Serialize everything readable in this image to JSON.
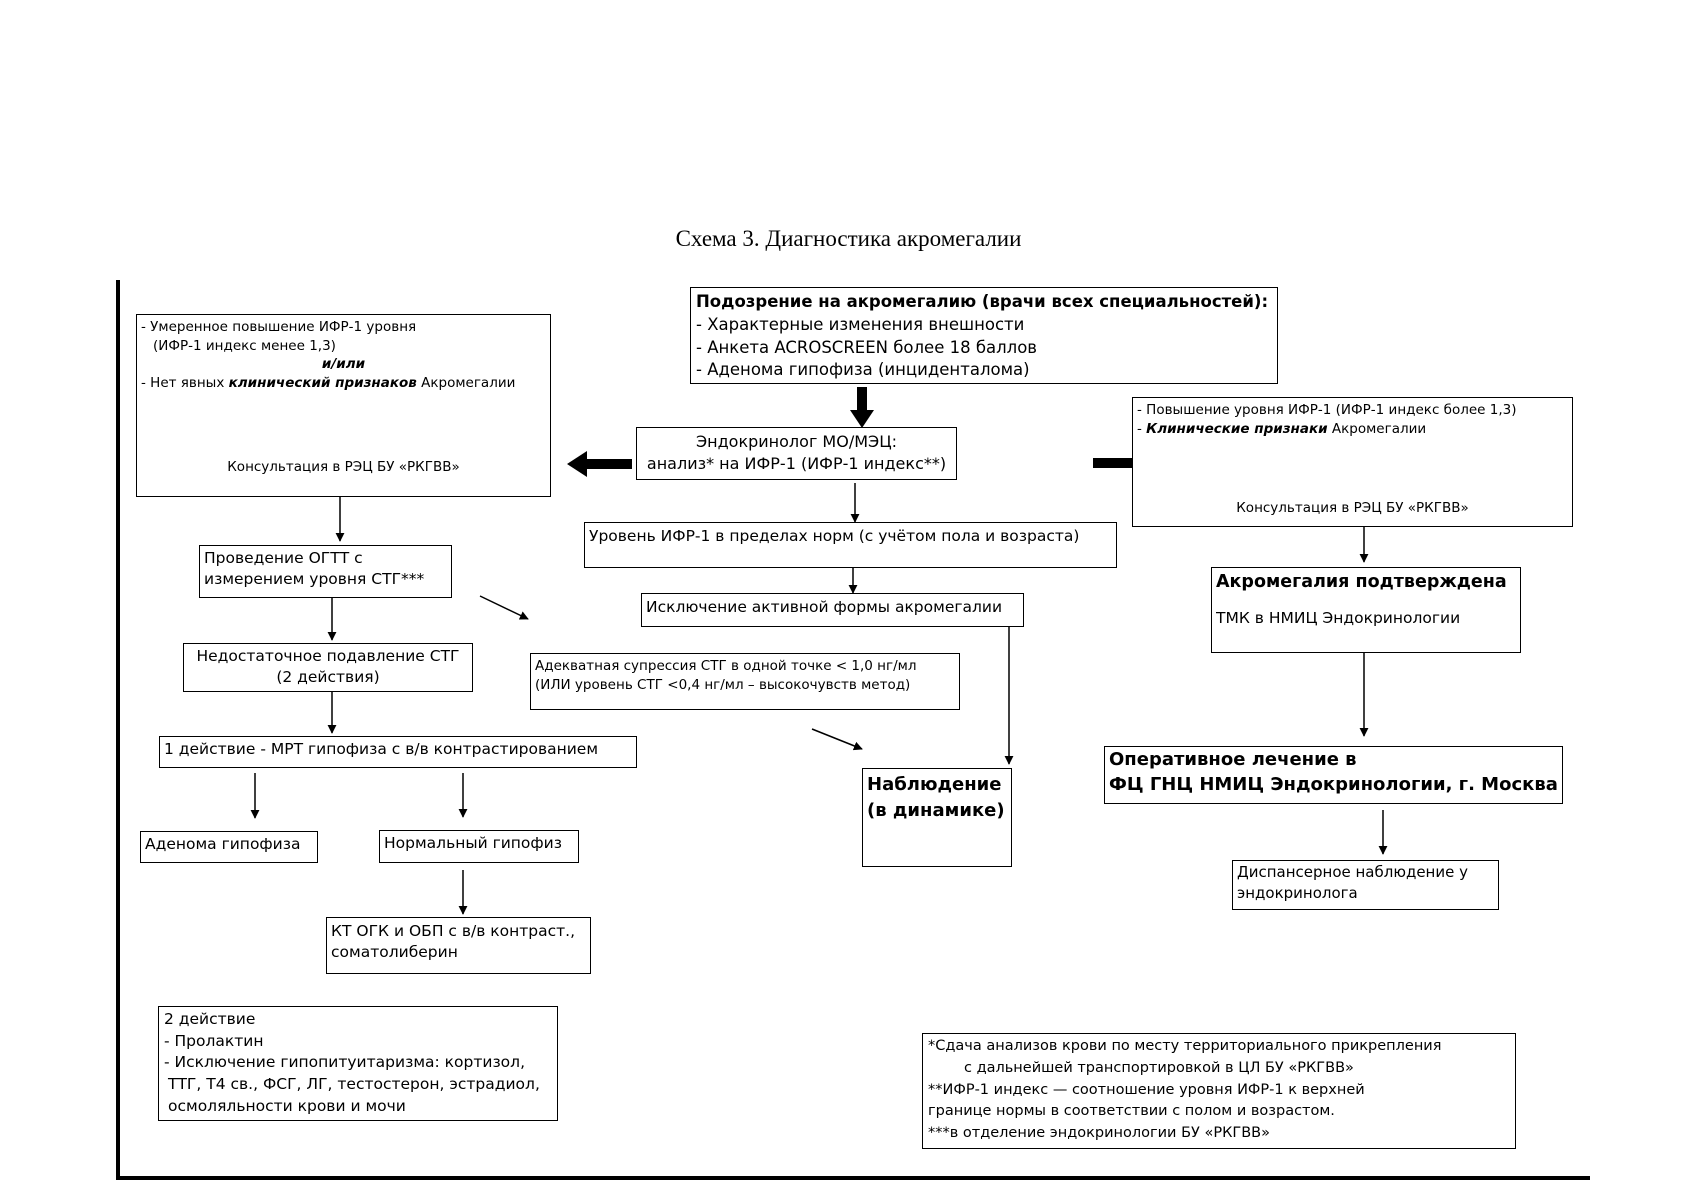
{
  "title": "Схема 3. Диагностика акромегалии",
  "suspicion": {
    "header": "Подозрение на акромегалию (врачи всех специальностей):",
    "items": [
      "- Характерные изменения внешности",
      "- Анкета ACROSCREEN более 18 баллов",
      "- Аденома гипофиза (инциденталома)"
    ]
  },
  "endocrinologist": {
    "line1": "Эндокринолог МО/МЭЦ:",
    "line2": "анализ* на ИФР-1 (ИФР-1 индекс**)"
  },
  "left_box": {
    "line1": "- Умеренное повышение ИФР-1 уровня",
    "line2": "(ИФР-1 индекс менее 1,3)",
    "line3": "и/или",
    "line4_prefix": "- Нет явных ",
    "line4_italic": "клинический признаков",
    "line4_suffix": " Акромегалии",
    "consult": "Консультация в РЭЦ БУ «РКГВВ»"
  },
  "right_box": {
    "line1": "- Повышение уровня ИФР-1 (ИФР-1 индекс более 1,3)",
    "line2_prefix": "- ",
    "line2_italic": "Клинические признаки",
    "line2_suffix": " Акромегалии",
    "consult": "Консультация в РЭЦ БУ «РКГВВ»"
  },
  "normal_igf": "Уровень ИФР-1 в пределах норм (с учётом пола и возраста)",
  "exclusion": "Исключение активной формы акромегалии",
  "ogtt": {
    "line1": "Проведение ОГТТ с",
    "line2": "измерением уровня СТГ***"
  },
  "insufficient": {
    "line1": "Недостаточное подавление СТГ",
    "line2": "(2 действия)"
  },
  "adequate": {
    "line1": "Адекватная супрессия СТГ в одной точке < 1,0 нг/мл",
    "line2": "(ИЛИ уровень СТГ <0,4 нг/мл – высокочувств метод)"
  },
  "action1": "1 действие - МРТ гипофиза с в/в контрастированием",
  "adenoma": "Аденома гипофиза",
  "normal_pituitary": "Нормальный гипофиз",
  "ct": {
    "line1": "КТ ОГК и ОБП с в/в контраст.,",
    "line2": "соматолиберин"
  },
  "observation": {
    "line1": "Наблюдение",
    "line2": "(в динамике)"
  },
  "confirmed": {
    "line1": "Акромегалия подтверждена",
    "line2": "ТМК в НМИЦ Эндокринологии"
  },
  "surgery": {
    "line1": "Оперативное лечение в",
    "line2": "ФЦ ГНЦ НМИЦ Эндокринологии, г. Москва"
  },
  "dispensary": {
    "line1": "Диспансерное наблюдение у",
    "line2": "эндокринолога"
  },
  "action2": {
    "header": "2 действие",
    "item1": "- Пролактин",
    "item2": "- Исключение гипопитуитаризма: кортизол,",
    "item3": "ТТГ, Т4 св., ФСГ, ЛГ, тестостерон, эстрадиол,",
    "item4": "осмоляльности крови и мочи"
  },
  "footnotes": {
    "n1a": "*Сдача анализов крови по месту территориального прикрепления",
    "n1b": "с дальнейшей транспортировкой в ЦЛ БУ «РКГВВ»",
    "n2a": "**ИФР-1 индекс — соотношение уровня ИФР-1 к верхней",
    "n2b": "границе нормы в соответствии с полом и возрастом.",
    "n3": "***в отделение эндокринологии БУ «РКГВВ»"
  }
}
